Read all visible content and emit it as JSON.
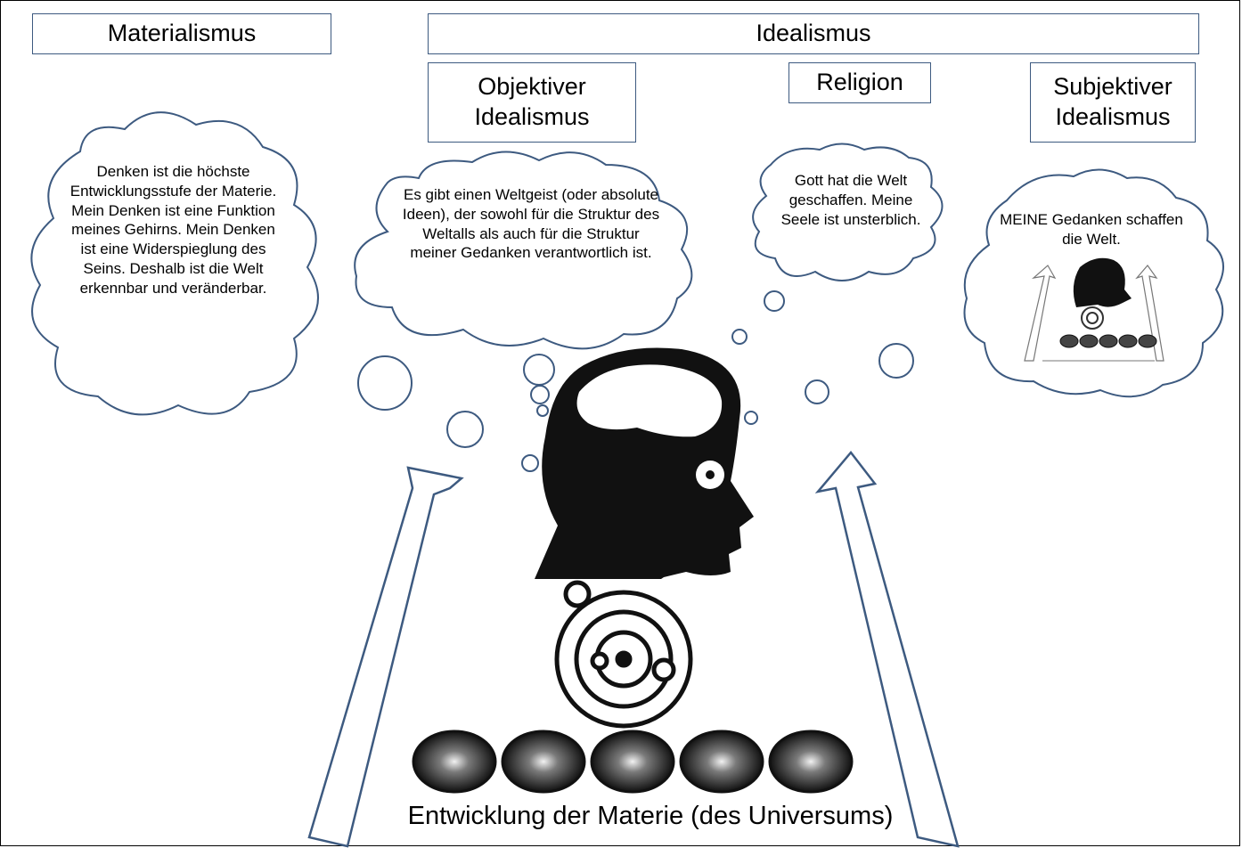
{
  "headers": {
    "materialismus": "Materialismus",
    "idealismus": "Idealismus",
    "objektiv": "Objektiver Idealismus",
    "religion": "Religion",
    "subjektiv": "Subjektiver Idealismus"
  },
  "clouds": {
    "materialismus": "Denken ist die höchste Entwicklungsstufe der Materie. Mein Denken ist eine Funktion meines Gehirns. Mein Denken ist eine Widerspieglung des Seins. Deshalb ist die Welt erkennbar und veränderbar.",
    "objektiv": "Es gibt einen Weltgeist (oder absolute Ideen), der sowohl für die Struktur des Weltalls als auch für die Struktur meiner Gedanken verantwortlich ist.",
    "religion": "Gott hat die Welt geschaffen. Meine Seele ist unsterblich.",
    "subjektiv": "MEINE Gedanken schaffen die Welt."
  },
  "caption": "Entwicklung der Materie (des Universums)",
  "colors": {
    "outline": "#3d5a80"
  }
}
